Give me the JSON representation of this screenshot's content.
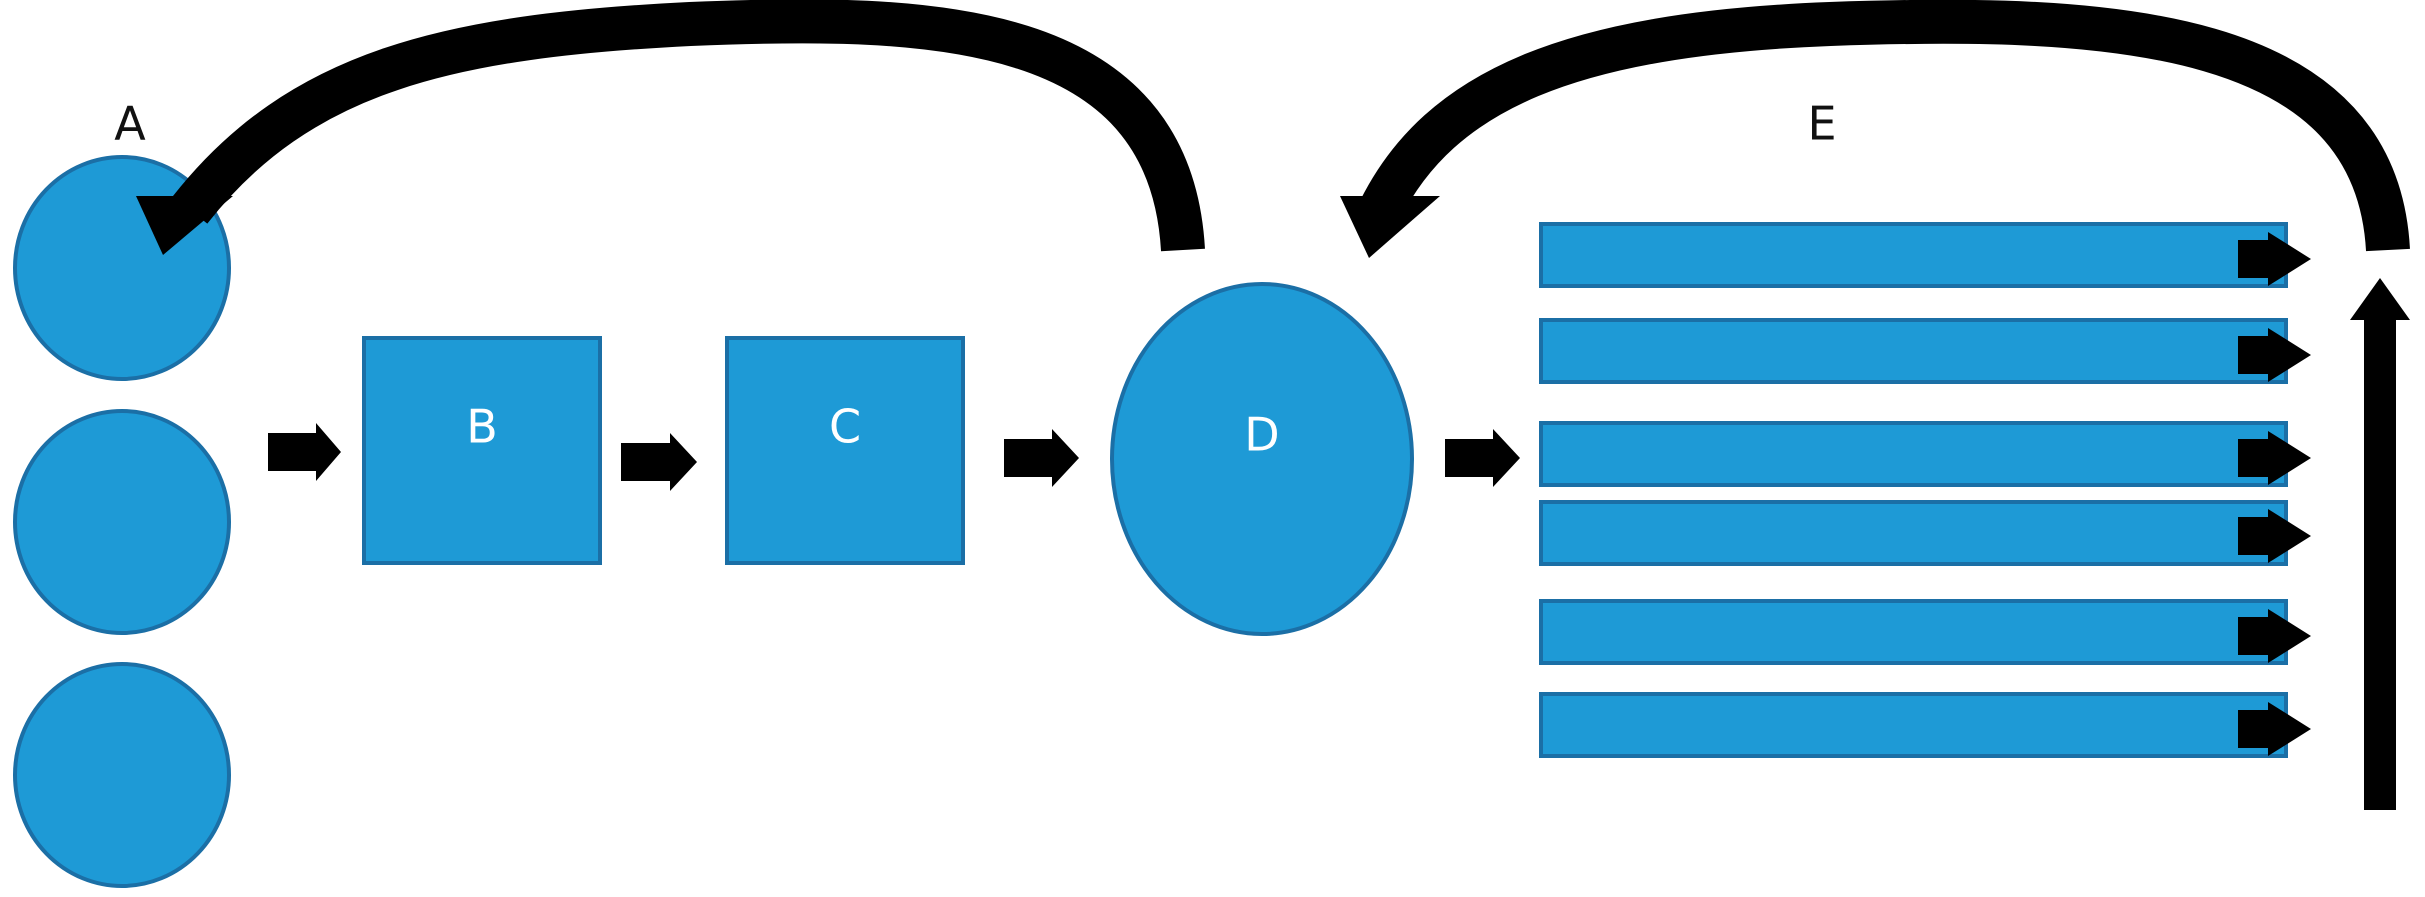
{
  "diagram": {
    "colors": {
      "shape_fill": "#1e9ad6",
      "shape_stroke": "#1b6fa6",
      "arrow": "#000000",
      "label_outside": "#111111",
      "label_inside": "#ffffff",
      "background": "#ffffff"
    },
    "labels": {
      "a": "A",
      "b": "B",
      "c": "C",
      "d": "D",
      "e": "E"
    },
    "components": {
      "a_circle_count": 3,
      "e_bar_count": 6
    }
  }
}
